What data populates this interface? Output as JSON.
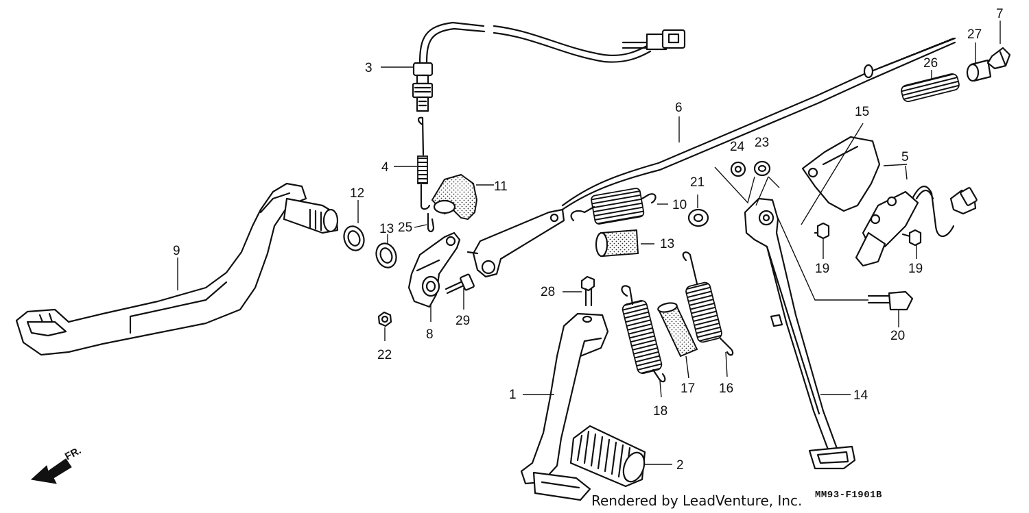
{
  "diagram": {
    "callouts": [
      "1",
      "2",
      "3",
      "4",
      "5",
      "6",
      "7",
      "8",
      "9",
      "10",
      "11",
      "12",
      "13",
      "13",
      "14",
      "15",
      "16",
      "17",
      "18",
      "19",
      "19",
      "20",
      "21",
      "22",
      "23",
      "24",
      "25",
      "26",
      "27",
      "28",
      "29"
    ],
    "direction_label": "FR.",
    "credit": "Rendered by LeadVenture, Inc.",
    "figure_code": "MM93-F1901B"
  }
}
